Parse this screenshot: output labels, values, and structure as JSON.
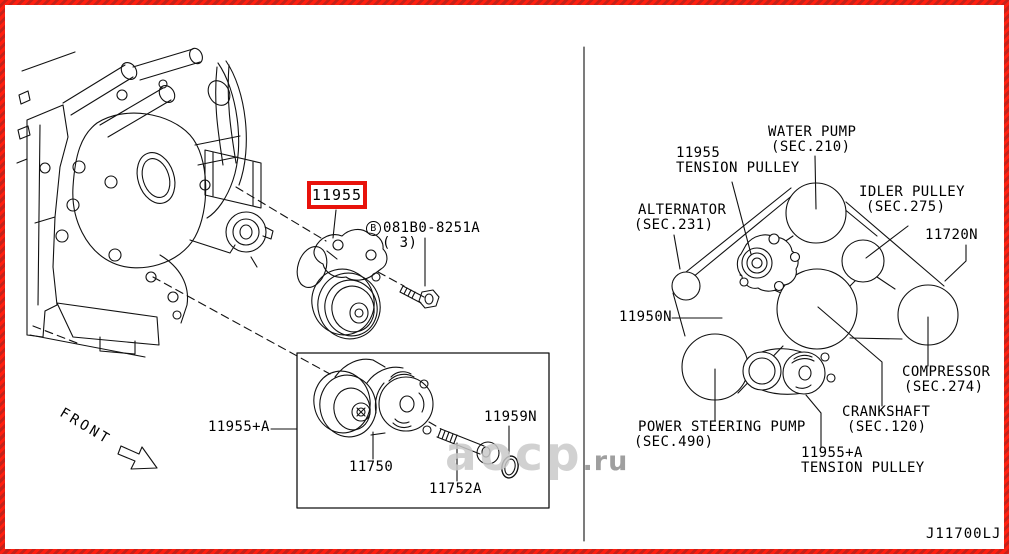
{
  "colors": {
    "border_red": "#e01c12",
    "highlight_red": "#e8120b",
    "line": "#000000",
    "watermark_gray": "#c9c9c9"
  },
  "drawing_code": "J11700LJ",
  "watermark": {
    "brand": "aocp",
    "tld": ".ru"
  },
  "left_panel": {
    "front_label": "FRONT",
    "highlight_part": "11955",
    "bolt_marker": "B",
    "bolt_part": "081B0-8251A",
    "bolt_qty": "( 3)",
    "assembly_part": "11955+A",
    "tensioner_part": "11750",
    "bolt2_part": "11752A",
    "oring_part": "11959N"
  },
  "belt_diagram": {
    "water_pump": [
      "WATER PUMP",
      "(SEC.210)"
    ],
    "tension_pulley_upper": [
      "11955",
      "TENSION PULLEY"
    ],
    "idler_pulley": [
      "IDLER PULLEY",
      "(SEC.275)"
    ],
    "alternator": [
      "ALTERNATOR",
      "(SEC.231)"
    ],
    "belt_rear": "11720N",
    "belt_front": "11950N",
    "compressor": [
      "COMPRESSOR",
      "(SEC.274)"
    ],
    "crankshaft": [
      "CRANKSHAFT",
      "(SEC.120)"
    ],
    "power_steering": [
      "POWER STEERING PUMP",
      "(SEC.490)"
    ],
    "tension_pulley_lower": [
      "11955+A",
      "TENSION PULLEY"
    ]
  }
}
